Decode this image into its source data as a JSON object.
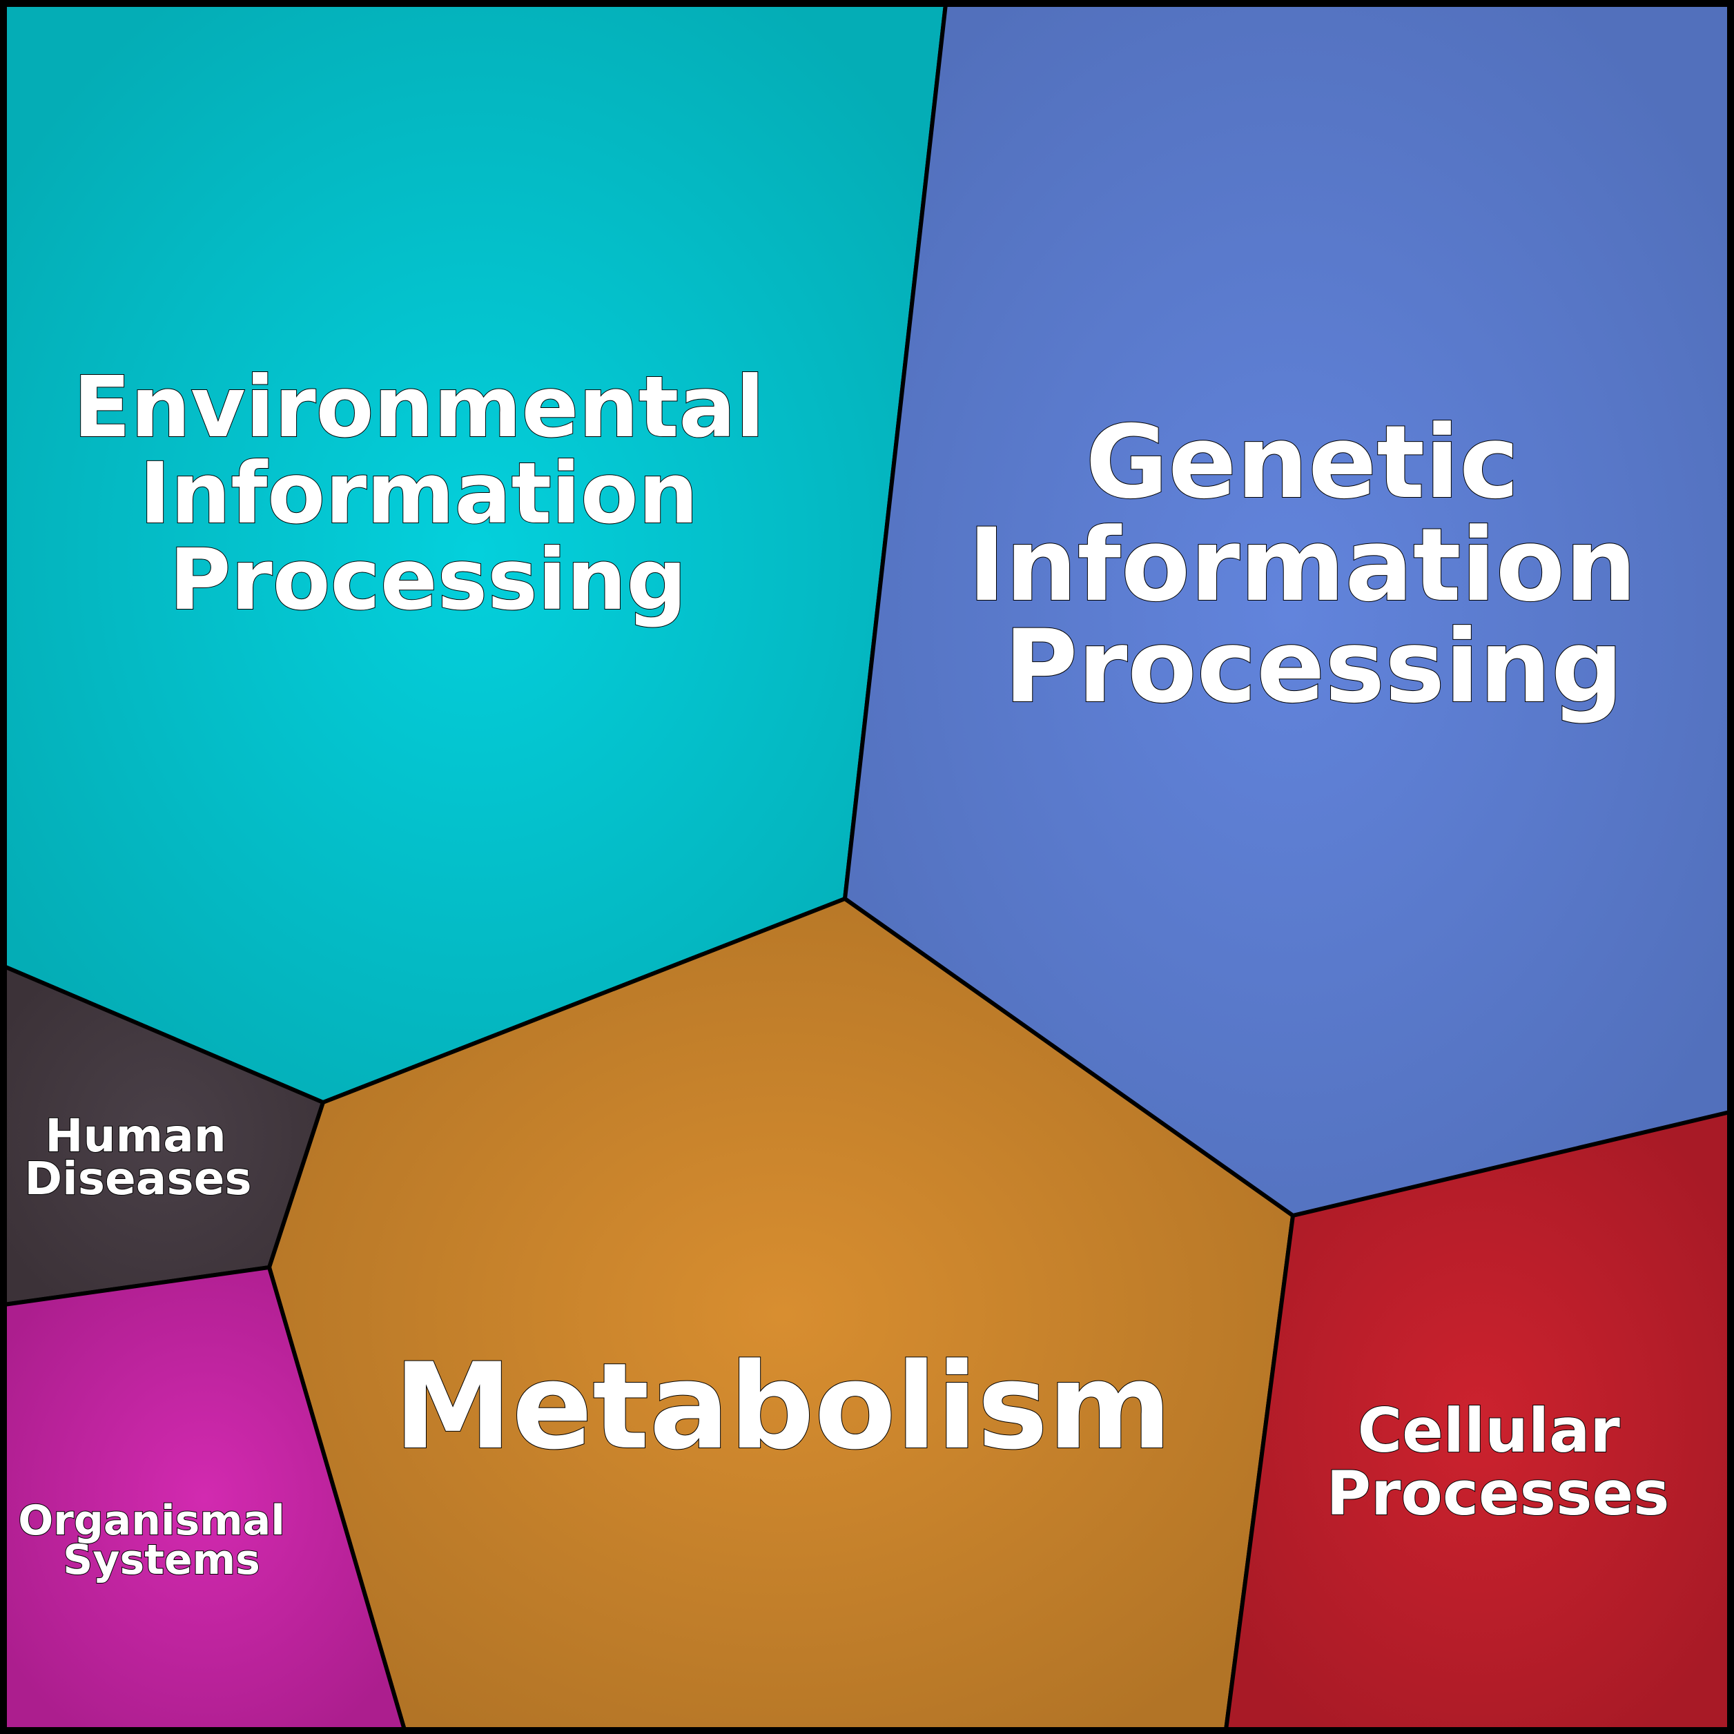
{
  "diagram": {
    "categories": [
      {
        "id": "environmental",
        "lines": [
          "Environmental",
          "Information",
          "Processing"
        ],
        "color_center": "#04d0dc",
        "color_edge": "#04adb6"
      },
      {
        "id": "genetic",
        "lines": [
          "Genetic",
          "Information",
          "Processing"
        ],
        "color_center": "#6284dc",
        "color_edge": "#5270bc"
      },
      {
        "id": "human-diseases",
        "lines": [
          "Human",
          "Diseases"
        ],
        "color_center": "#4a4048",
        "color_edge": "#3c3238"
      },
      {
        "id": "metabolism",
        "lines": [
          "Metabolism"
        ],
        "color_center": "#d88e30",
        "color_edge": "#b27426"
      },
      {
        "id": "organismal-systems",
        "lines": [
          "Organismal",
          "Systems"
        ],
        "color_center": "#d22ab0",
        "color_edge": "#ac1e8e"
      },
      {
        "id": "cellular-processes",
        "lines": [
          "Cellular",
          "Processes"
        ],
        "color_center": "#cc222e",
        "color_edge": "#a81a26"
      }
    ],
    "border_color": "#000000"
  }
}
